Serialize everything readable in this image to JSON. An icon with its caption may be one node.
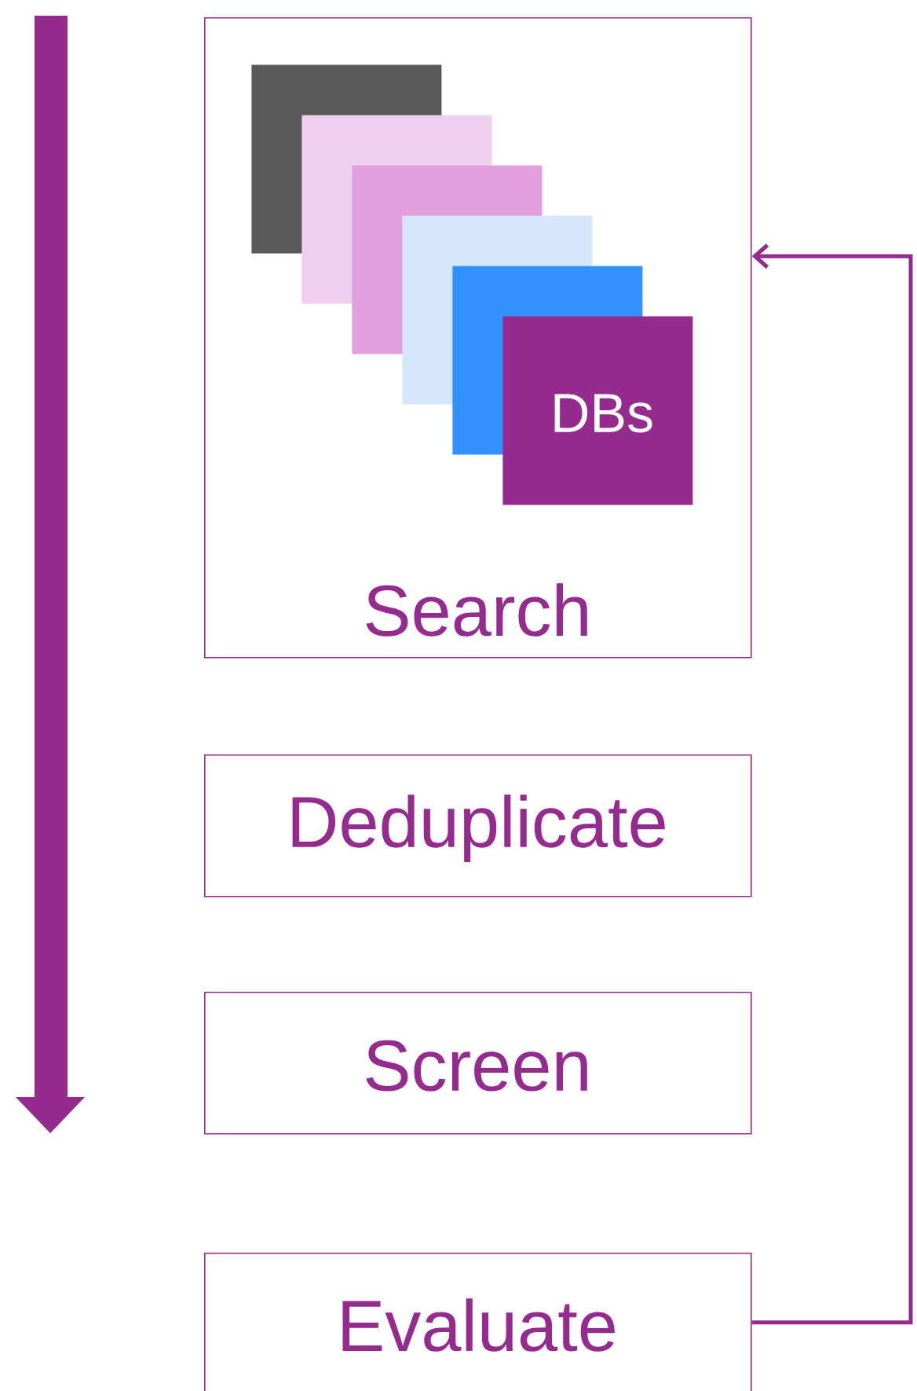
{
  "diagram": {
    "nodes": [
      {
        "text": [
          "Search"
        ]
      },
      {
        "text": [],
        "shape": "box",
        "in": 0
      },
      {
        "text": [],
        "shape": "box",
        "in": 0
      },
      {
        "text": [],
        "shape": "box",
        "in": 0
      },
      {
        "text": [],
        "shape": "box",
        "in": 0
      },
      {
        "text": [],
        "shape": "box",
        "in": 0
      },
      {
        "text": [
          "DBs"
        ],
        "in": 0
      },
      {
        "text": [
          "Deduplicate"
        ]
      },
      {
        "text": [
          "Screen"
        ]
      },
      {
        "text": [
          "Evaluate"
        ]
      }
    ],
    "edges": [
      {
        "from": 9,
        "to": 0,
        "arrow": "to"
      }
    ]
  }
}
